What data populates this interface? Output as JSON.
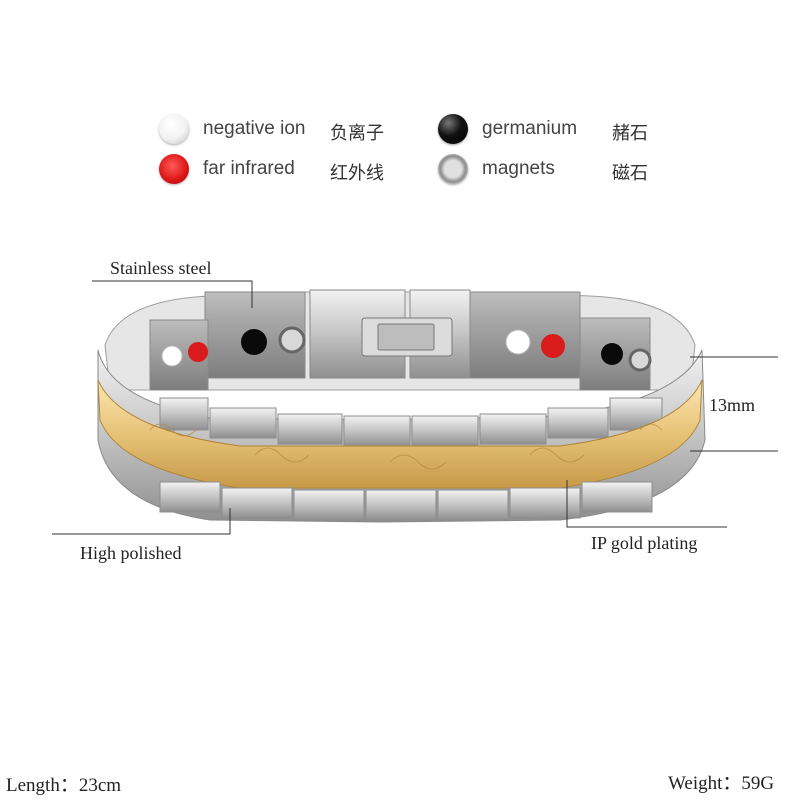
{
  "legend": [
    {
      "en": "negative ion",
      "cn": "负离子",
      "icon": "white-ball-icon",
      "color": "#ffffff"
    },
    {
      "en": "germanium",
      "cn": "赭石",
      "icon": "black-ball-icon",
      "color": "#000000"
    },
    {
      "en": "far infrared",
      "cn": "红外线",
      "icon": "red-ball-icon",
      "color": "#e01a1a"
    },
    {
      "en": "magnets",
      "cn": "磁石",
      "icon": "silver-ring-icon",
      "color": "#bfbfbf"
    }
  ],
  "callouts": {
    "stainless": "Stainless steel",
    "width": "13mm",
    "polished": "High polished",
    "gold": "IP gold plating"
  },
  "specs": {
    "length": "Length：23cm",
    "weight": "Weight：59G"
  },
  "colors": {
    "gold": "#e8c87a",
    "silver": "#d8d8d8"
  }
}
